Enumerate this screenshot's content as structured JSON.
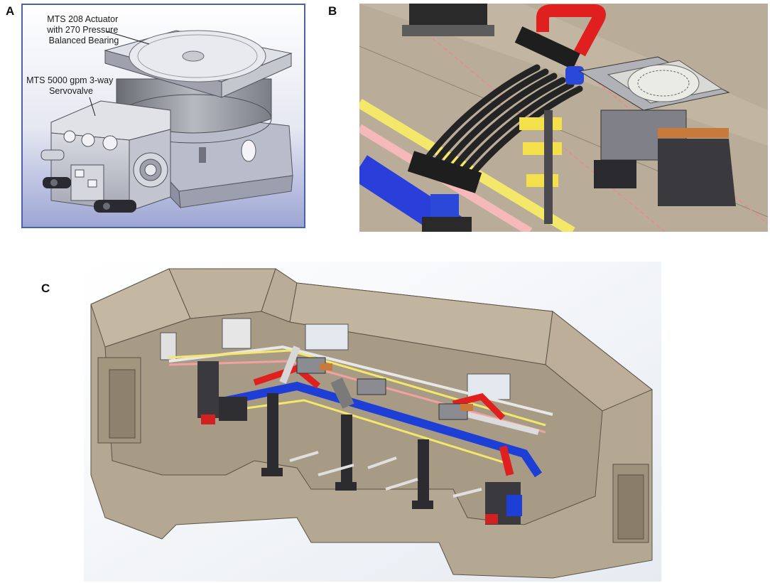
{
  "figure": {
    "panels": [
      {
        "letter": "A"
      },
      {
        "letter": "B"
      },
      {
        "letter": "C"
      }
    ],
    "panel_a": {
      "actuator_label": [
        "MTS 208 Actuator",
        "with 270 Pressure",
        "Balanced Bearing"
      ],
      "servovalve_label": [
        "MTS 5000 gpm 3-way",
        "Servovalve"
      ]
    },
    "colors": {
      "frame_blue": "#4a63a8",
      "pipe_red": "#e01f1f",
      "pipe_blue": "#1e3fd6",
      "pipe_yellow": "#f3e86a",
      "pipe_pink": "#f2a0a0",
      "wall_tan": "#b6a894",
      "metal_gray": "#9aa0a6"
    }
  }
}
